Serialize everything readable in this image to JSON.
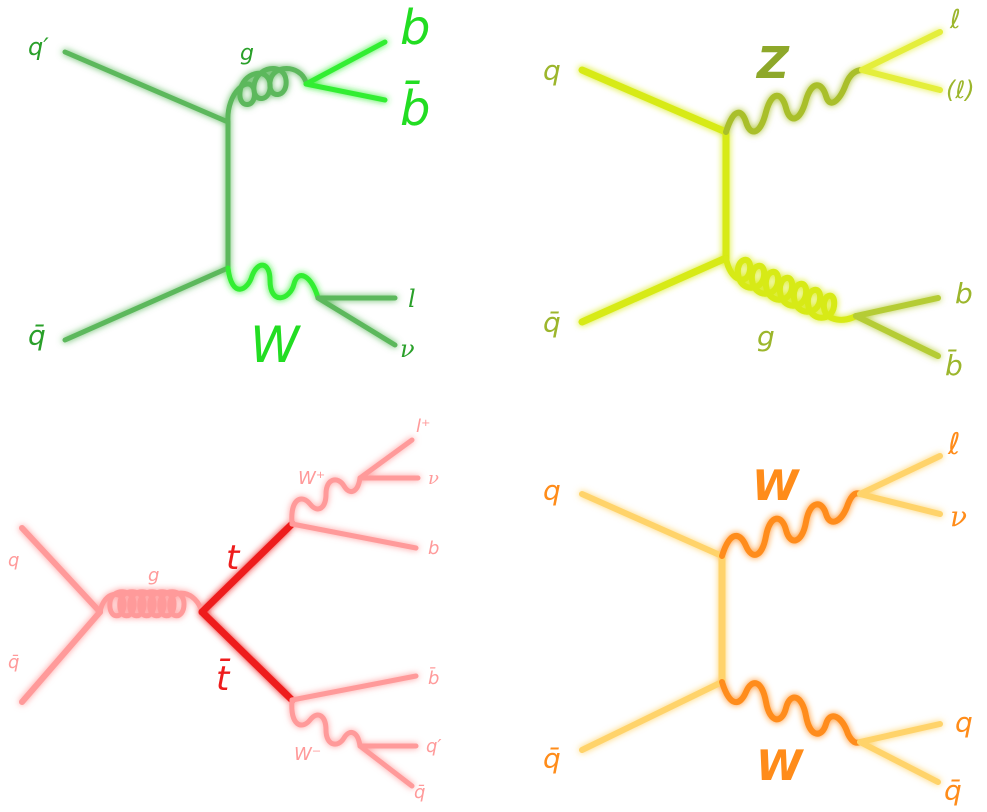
{
  "colors": {
    "panel_wbb": "#5cb85c",
    "panel_wbb_bright": "#33ee33",
    "panel_zbb": "#d7ea12",
    "panel_zbb_label": "#9cb62c",
    "panel_ttbar": "#ff9a9a",
    "panel_ttbar_top": "#ee1c1c",
    "panel_ww": "#ffd36a",
    "panel_ww_boson": "#ff8c1a"
  },
  "diagrams": {
    "wbb": {
      "q_prime": "q′",
      "q_bar": "q̄",
      "gluon": "g",
      "b": "b",
      "b_bar": "b̄",
      "w_boson": "W",
      "lepton": "l",
      "neutrino": "ν"
    },
    "zbb": {
      "q": "q",
      "q_bar": "q̄",
      "z_boson": "Z",
      "lepton": "ℓ",
      "lepton_paren": "(ℓ)",
      "gluon": "g",
      "b": "b",
      "b_bar": "b̄"
    },
    "ttbar": {
      "q": "q",
      "q_bar": "q̄",
      "gluon": "g",
      "top": "t",
      "top_bar": "t̄",
      "w_plus": "W⁺",
      "w_minus": "W⁻",
      "l_plus": "l⁺",
      "neutrino": "ν",
      "b": "b",
      "b_bar": "b̄",
      "q_prime": "q′",
      "q_bar_out": "q̄"
    },
    "ww": {
      "q": "q",
      "q_bar": "q̄",
      "w_top": "W",
      "w_bottom": "W",
      "lepton": "ℓ",
      "neutrino": "ν",
      "q_out": "q",
      "q_bar_out": "q̄"
    }
  }
}
